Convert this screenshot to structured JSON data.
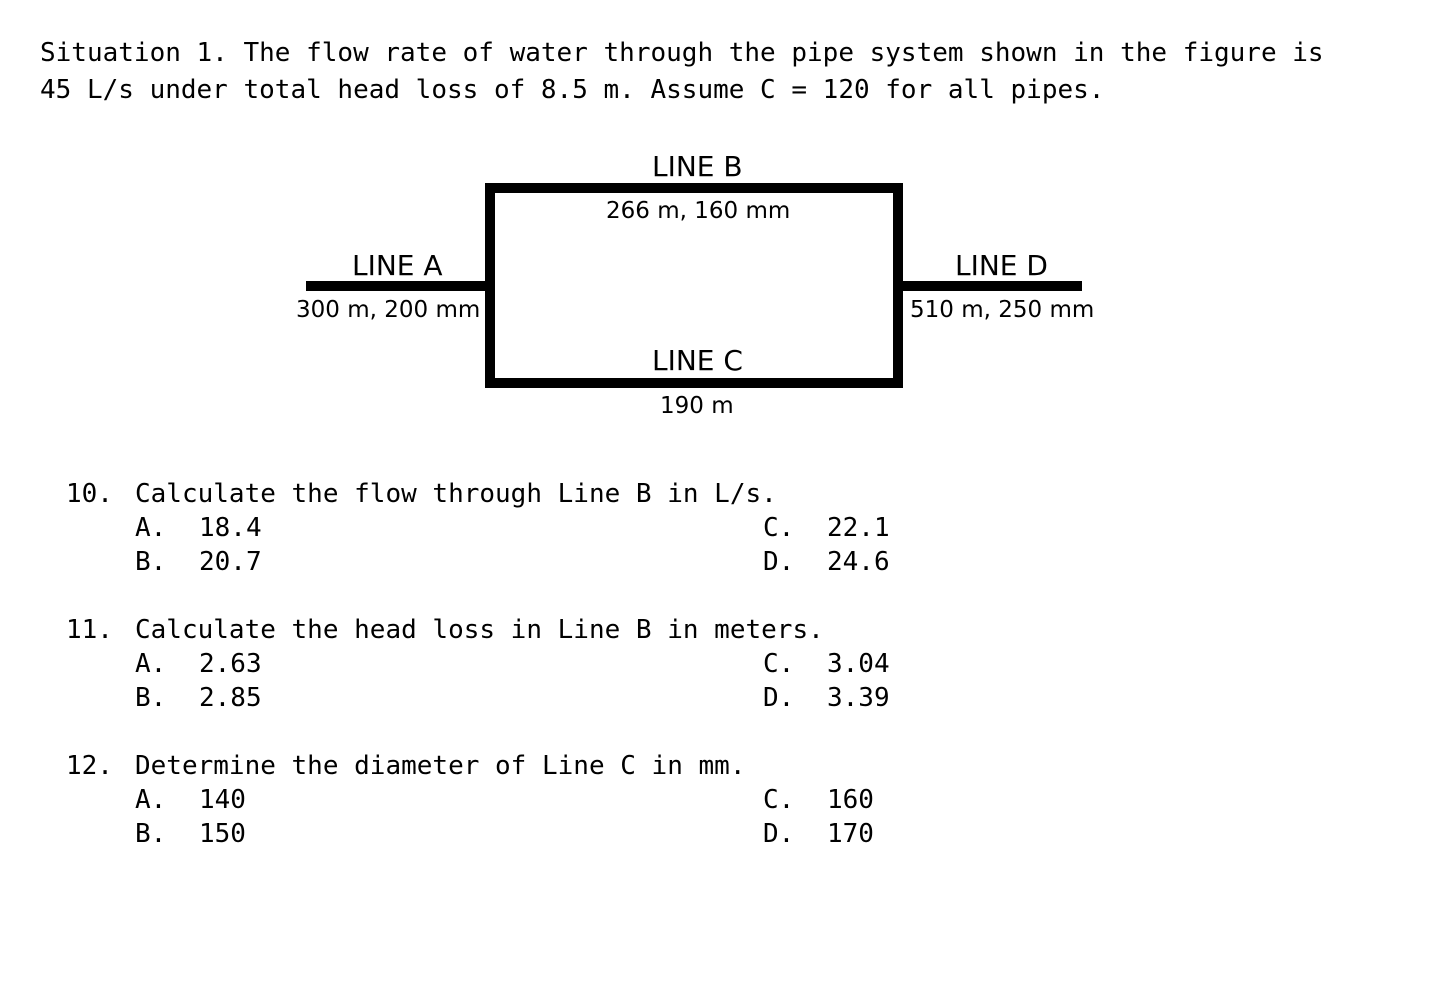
{
  "situation": {
    "line1": "Situation 1. The flow rate of water through the pipe system shown in the figure is",
    "line2": "45 L/s under total head loss of 8.5 m. Assume C = 120 for all pipes."
  },
  "figure": {
    "line_b": {
      "name": "LINE B",
      "spec": "266 m, 160 mm"
    },
    "line_a": {
      "name": "LINE A",
      "spec": "300 m, 200 mm"
    },
    "line_c": {
      "name": "LINE C",
      "spec": "190 m"
    },
    "line_d": {
      "name": "LINE D",
      "spec": "510 m, 250 mm"
    }
  },
  "questions": [
    {
      "number": "10.",
      "text": "Calculate the flow through Line B in L/s.",
      "choices": [
        {
          "letter": "A.",
          "value": "18.4"
        },
        {
          "letter": "B.",
          "value": "20.7"
        },
        {
          "letter": "C.",
          "value": "22.1"
        },
        {
          "letter": "D.",
          "value": "24.6"
        }
      ]
    },
    {
      "number": "11.",
      "text": "Calculate the head loss in Line B in meters.",
      "choices": [
        {
          "letter": "A.",
          "value": "2.63"
        },
        {
          "letter": "B.",
          "value": "2.85"
        },
        {
          "letter": "C.",
          "value": "3.04"
        },
        {
          "letter": "D.",
          "value": "3.39"
        }
      ]
    },
    {
      "number": "12.",
      "text": "Determine the diameter of Line C in mm.",
      "choices": [
        {
          "letter": "A.",
          "value": "140"
        },
        {
          "letter": "B.",
          "value": "150"
        },
        {
          "letter": "C.",
          "value": "160"
        },
        {
          "letter": "D.",
          "value": "170"
        }
      ]
    }
  ]
}
